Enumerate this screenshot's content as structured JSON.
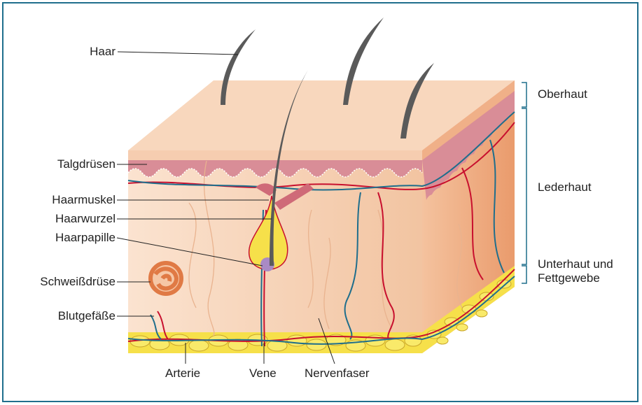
{
  "labels": {
    "hair": "Haar",
    "sebaceous_glands": "Talgdrüsen",
    "hair_muscle": "Haarmuskel",
    "hair_root": "Haarwurzel",
    "hair_papilla": "Haarpapille",
    "sweat_gland": "Schweißdrüse",
    "blood_vessels": "Blutgefäße",
    "artery": "Arterie",
    "vein": "Vene",
    "nerve_fiber": "Nervenfaser"
  },
  "layers": {
    "epidermis": "Oberhaut",
    "dermis": "Lederhaut",
    "subcutis_line1": "Unterhaut und",
    "subcutis_line2": "Fettgewebe"
  },
  "colors": {
    "frame": "#1f6e8c",
    "epidermis_top": "#f7d4b8",
    "dermis": "#f4c9a8",
    "side": "#efa57a",
    "pink_layer": "#d9909a",
    "fat": "#f5e04a",
    "artery": "#c8102e",
    "vein": "#1f6e8c",
    "hair": "#555555"
  }
}
